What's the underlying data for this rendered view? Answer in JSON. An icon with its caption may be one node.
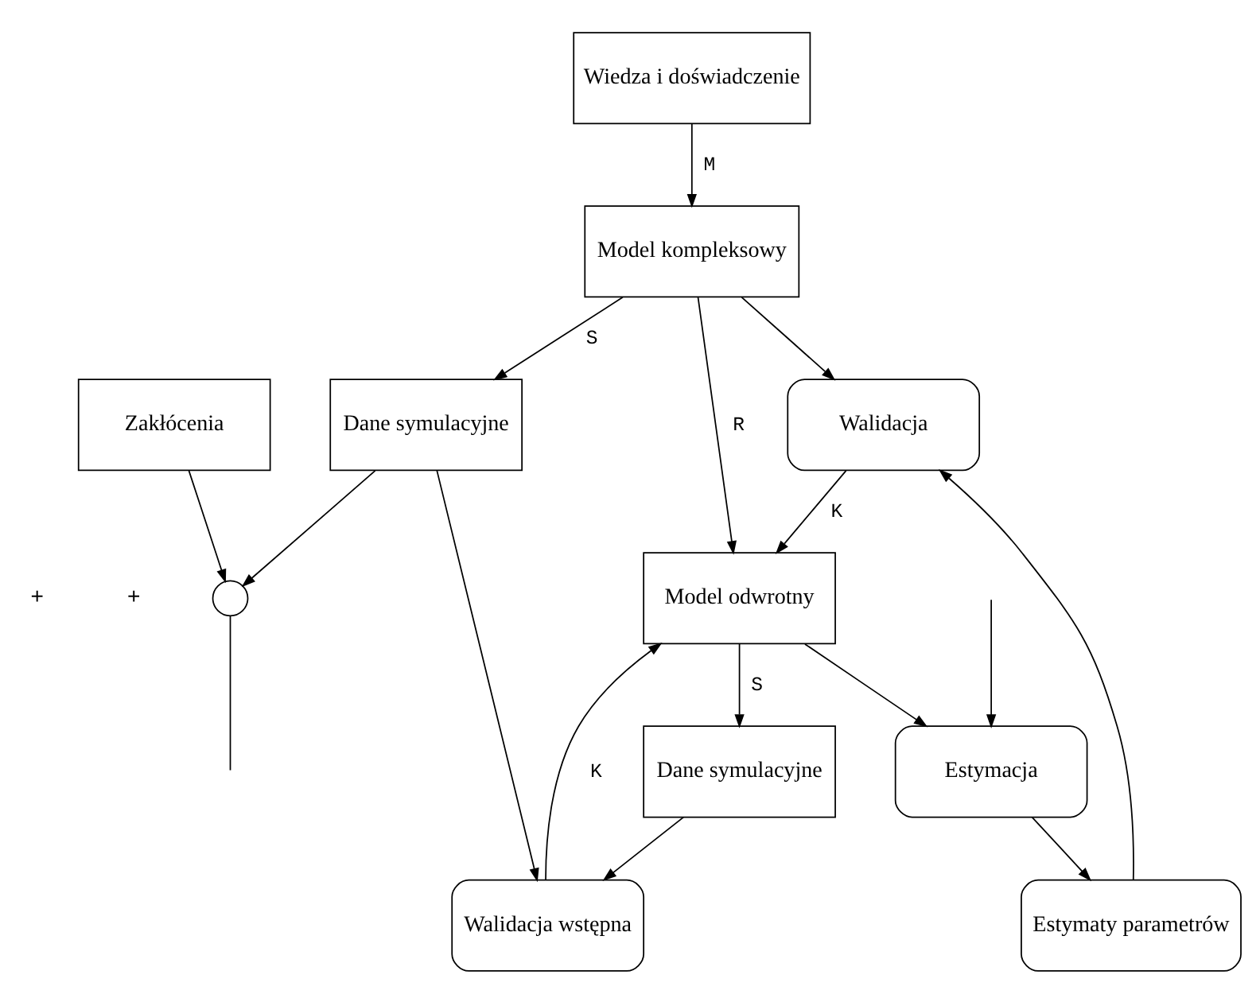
{
  "diagram": {
    "nodes": [
      {
        "text": [
          "Wiedza i doświadczenie"
        ]
      },
      {
        "text": [
          "Walidacja"
        ]
      },
      {
        "text": [
          "Model kompleksowy"
        ]
      },
      {
        "text": [
          "Model odwrotny"
        ]
      },
      {
        "text": [
          "Estymaty parametrów"
        ]
      },
      {
        "text": [
          "Dane symulacyjne"
        ]
      },
      {
        "text": [
          "Dane symulacyjne"
        ]
      },
      {
        "text": [
          "Estymacja"
        ]
      },
      {
        "text": [
          "Zakłócenia"
        ]
      },
      {
        "text": [
          "Walidacja wstępna"
        ]
      },
      {
        "text": [],
        "shape": "circle"
      }
    ],
    "edges": [
      {
        "from": 0,
        "to": 2,
        "arrow": "to",
        "label": "M"
      },
      {
        "from": 2,
        "to": 1,
        "arrow": "to"
      },
      {
        "from": 1,
        "to": 3,
        "arrow": "to",
        "label": "K"
      },
      {
        "from": 2,
        "to": 3,
        "arrow": "to",
        "label": "R"
      },
      {
        "from": 3,
        "to": 7,
        "arrow": "to"
      },
      {
        "from": 7,
        "to": 4,
        "arrow": "to"
      },
      {
        "from": 4,
        "to": 1,
        "arrow": "to"
      },
      {
        "from": 2,
        "to": 5,
        "arrow": "to",
        "label": "S"
      },
      {
        "from": 3,
        "to": 6,
        "arrow": "to",
        "label": "S"
      },
      {
        "from": 5,
        "to": 9,
        "arrow": "to"
      },
      {
        "from": 6,
        "to": 9,
        "arrow": "to"
      },
      {
        "from": 9,
        "to": 3,
        "arrow": "to",
        "label": "K"
      },
      {
        "from": 5,
        "to": 10,
        "arrow": "to"
      },
      {
        "from": 8,
        "to": 10,
        "arrow": "to"
      },
      {
        "from": 10,
        "to": null,
        "arrow": "none"
      },
      {
        "from": null,
        "to": 7,
        "arrow": "to"
      }
    ],
    "labels": [
      "+",
      "+"
    ]
  }
}
